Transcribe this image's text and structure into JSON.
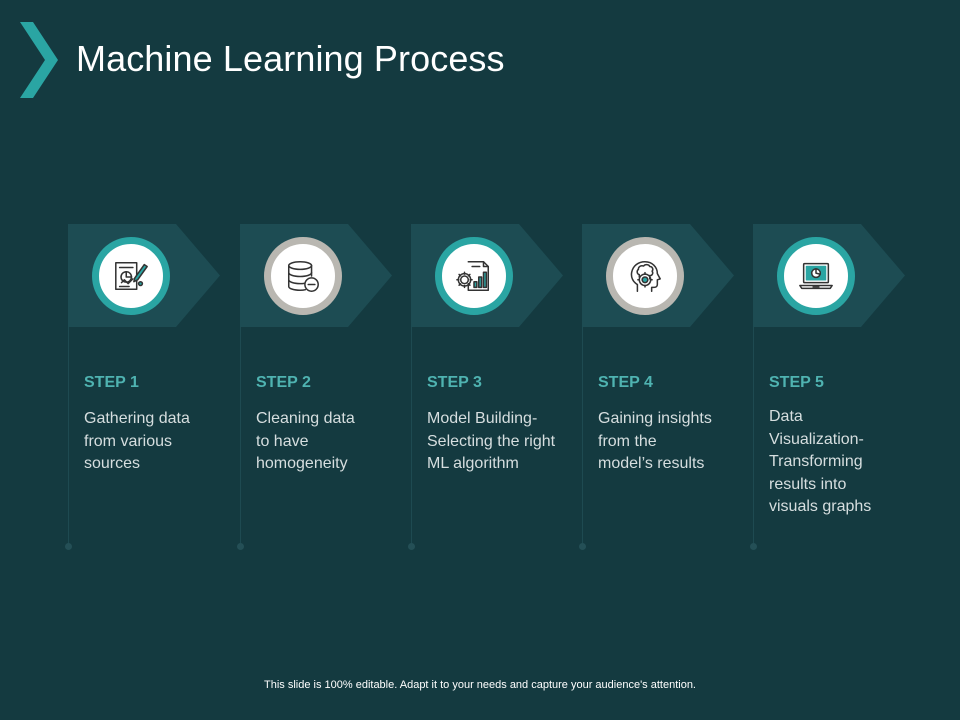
{
  "slide": {
    "title": "Machine Learning Process",
    "footer": "This slide is 100% editable. Adapt it to your needs and capture your audience's attention.",
    "colors": {
      "background": "#143a40",
      "accent_teal": "#2aa5a3",
      "ring_gray": "#b9b7b1",
      "step_label": "#4fb3b1"
    },
    "steps": [
      {
        "label": "STEP 1",
        "desc": "Gathering data\nfrom various\nsources",
        "icon": "data-chart-icon"
      },
      {
        "label": "STEP 2",
        "desc": "Cleaning data\nto have\nhomogeneity",
        "icon": "database-minus-icon"
      },
      {
        "label": "STEP 3",
        "desc": "Model Building-\nSelecting the right\nML algorithm",
        "icon": "gear-report-icon"
      },
      {
        "label": "STEP 4",
        "desc": "Gaining insights\nfrom the\nmodel’s results",
        "icon": "head-gear-icon"
      },
      {
        "label": "STEP 5",
        "desc": "Data\nVisualization-\nTransforming\nresults into\nvisuals graphs",
        "icon": "laptop-chart-icon"
      }
    ]
  }
}
